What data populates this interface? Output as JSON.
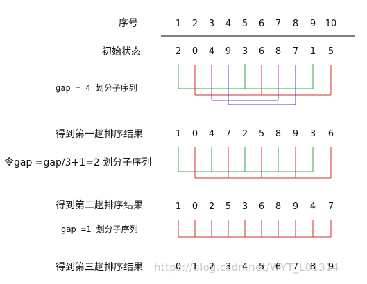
{
  "labels": {
    "index_label": "序号",
    "initial_state": "初始状态",
    "gap_step1": "gap = 4 划分子序列",
    "result1": "得到第一趟排序结果",
    "gap_step2": "令gap =gap/3+1=2 划分子序列",
    "result2": "得到第二趟排序结果",
    "gap_step3": "gap =1 划分子序列",
    "result3": "得到第三趟排序结果"
  },
  "rows": {
    "indices": [
      "1",
      "2",
      "3",
      "4",
      "5",
      "6",
      "7",
      "8",
      "9",
      "10"
    ],
    "initial": [
      "2",
      "0",
      "4",
      "9",
      "3",
      "6",
      "8",
      "7",
      "1",
      "5"
    ],
    "pass1": [
      "1",
      "0",
      "4",
      "7",
      "2",
      "5",
      "8",
      "9",
      "3",
      "6"
    ],
    "pass2": [
      "1",
      "0",
      "2",
      "5",
      "3",
      "6",
      "8",
      "9",
      "4",
      "7"
    ],
    "pass3": [
      "0",
      "1",
      "2",
      "3",
      "4",
      "5",
      "6",
      "7",
      "8",
      "9"
    ]
  },
  "watermark": "https://blog.csdn.net/WYT_L01314",
  "colors": {
    "green": "#33a853",
    "red": "#d0302a",
    "purple": "#9b3ab5",
    "blue": "#3b41c2",
    "text": "#111111"
  }
}
